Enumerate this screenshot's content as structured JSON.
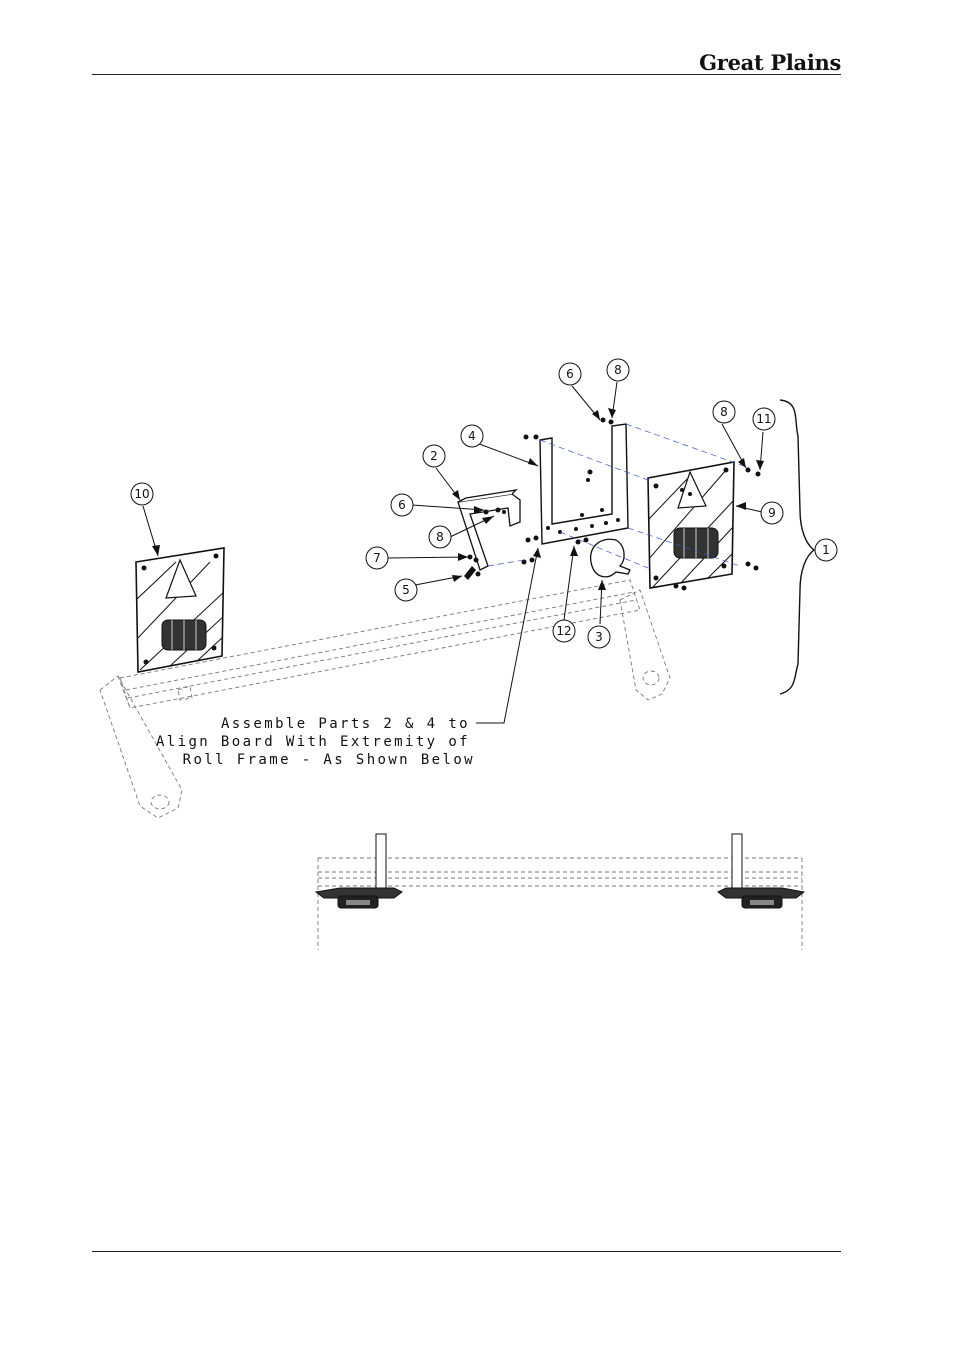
{
  "header": {
    "brand": "Great Plains"
  },
  "diagram": {
    "callouts": [
      {
        "id": "callout-6-top",
        "label": "6"
      },
      {
        "id": "callout-8-top",
        "label": "8"
      },
      {
        "id": "callout-4",
        "label": "4"
      },
      {
        "id": "callout-8-right",
        "label": "8"
      },
      {
        "id": "callout-11",
        "label": "11"
      },
      {
        "id": "callout-2",
        "label": "2"
      },
      {
        "id": "callout-10",
        "label": "10"
      },
      {
        "id": "callout-6-left",
        "label": "6"
      },
      {
        "id": "callout-9",
        "label": "9"
      },
      {
        "id": "callout-8-left",
        "label": "8"
      },
      {
        "id": "callout-1",
        "label": "1"
      },
      {
        "id": "callout-7",
        "label": "7"
      },
      {
        "id": "callout-5",
        "label": "5"
      },
      {
        "id": "callout-12",
        "label": "12"
      },
      {
        "id": "callout-3",
        "label": "3"
      }
    ],
    "note_lines": [
      "Assemble Parts 2 & 4 to",
      "Align Board With Extremity of",
      "Roll Frame - As Shown Below"
    ]
  }
}
